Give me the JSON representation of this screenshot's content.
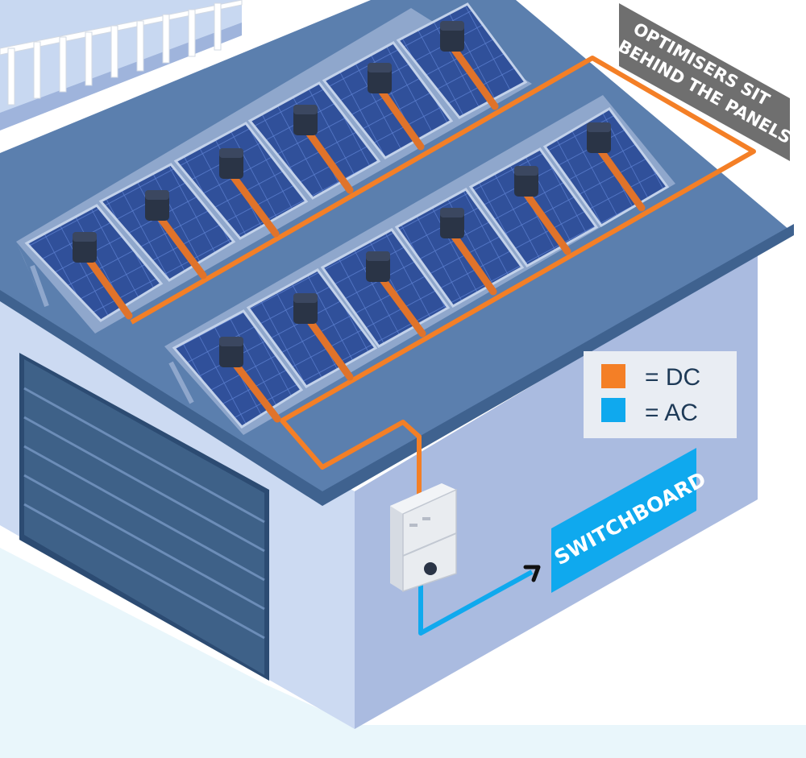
{
  "annotations": {
    "optimisers_line1": "OPTIMISERS SIT",
    "optimisers_line2": "BEHIND THE PANELS",
    "switchboard": "SWITCHBOARD"
  },
  "legend": {
    "dc": {
      "label": "= DC",
      "color": "#f47f26"
    },
    "ac": {
      "label": "= AC",
      "color": "#0fa9ee"
    }
  },
  "colors": {
    "roof": "#5b7fae",
    "wall_front": "#ccdaf2",
    "wall_side": "#aabbe0",
    "panel": "#2f4f9a",
    "garage_door": "#3e6188",
    "banner_dark": "#6f6f6f",
    "banner_blue": "#0fa9ee"
  },
  "icons": {
    "optimiser": "optimiser-box-icon",
    "inverter": "inverter-icon",
    "arrow": "arrow-icon"
  }
}
